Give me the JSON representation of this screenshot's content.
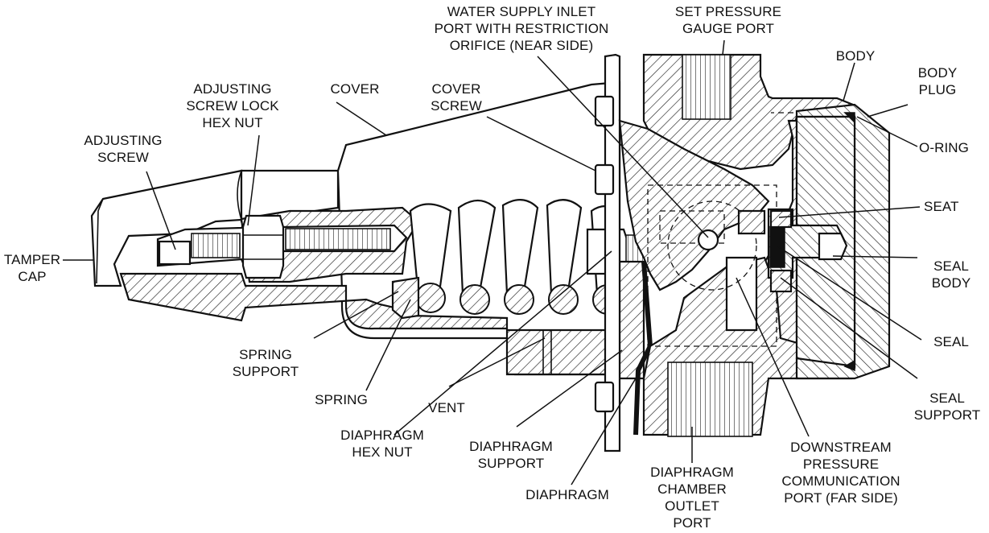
{
  "labels": {
    "water_supply_inlet": "WATER SUPPLY INLET\nPORT WITH RESTRICTION\nORIFICE (NEAR SIDE)",
    "set_pressure_gauge_port": "SET PRESSURE\nGAUGE PORT",
    "body": "BODY",
    "body_plug": "BODY\nPLUG",
    "o_ring": "O-RING",
    "seat": "SEAT",
    "seal_body": "SEAL\nBODY",
    "seal": "SEAL",
    "seal_support": "SEAL\nSUPPORT",
    "downstream_port": "DOWNSTREAM\nPRESSURE\nCOMMUNICATION\nPORT (FAR SIDE)",
    "diaphragm_chamber_outlet": "DIAPHRAGM\nCHAMBER\nOUTLET\nPORT",
    "diaphragm": "DIAPHRAGM",
    "diaphragm_support": "DIAPHRAGM\nSUPPORT",
    "vent": "VENT",
    "diaphragm_hex_nut": "DIAPHRAGM\nHEX NUT",
    "spring": "SPRING",
    "spring_support": "SPRING\nSUPPORT",
    "tamper_cap": "TAMPER\nCAP",
    "adjusting_screw": "ADJUSTING\nSCREW",
    "adjusting_screw_lock_hex_nut": "ADJUSTING\nSCREW LOCK\nHEX NUT",
    "cover": "COVER",
    "cover_screw": "COVER\nSCREW"
  }
}
